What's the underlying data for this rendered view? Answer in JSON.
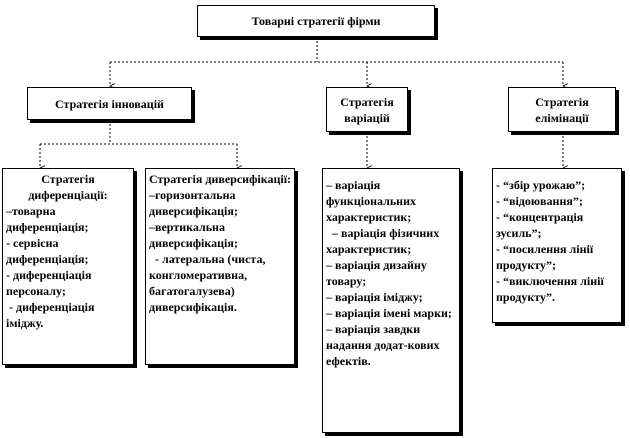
{
  "root": {
    "title": "Товарні стратегії фірми"
  },
  "level1": [
    {
      "title": "Стратегія інновацій"
    },
    {
      "title": "Стратегія варіацій"
    },
    {
      "title": "Стратегія елімінації"
    }
  ],
  "leaves": {
    "differentiation": {
      "title": "Стратегія диференціації:",
      "items": [
        "–товарна диференціація;",
        "- сервісна диференціація;",
        "- диференціація персоналу;",
        " - диференціація іміджу."
      ]
    },
    "diversification": {
      "title": "Стратегія диверсифікації:",
      "items": [
        "–горизонтальна диверсифікація;",
        "–вертикальна диверсифікація;",
        "  - латеральна (чиста, конгломеративна, багатогалузева) диверсифікація."
      ]
    },
    "variation": {
      "items": [
        "– варіація функціональних характеристик;",
        "  – варіація фізичних характеристик;",
        "– варіація дизайну товару;",
        "– варіація іміджу;",
        "– варіація імені марки;",
        "– варіація завдки надання додат-кових ефектів."
      ]
    },
    "elimination": {
      "items": [
        "- “збір урожаю”;",
        "- “відоювання”;",
        "- “концентрація зусиль”;",
        "- “посилення лінії продукту”;",
        "- “виключення лінії продукту”."
      ]
    }
  }
}
